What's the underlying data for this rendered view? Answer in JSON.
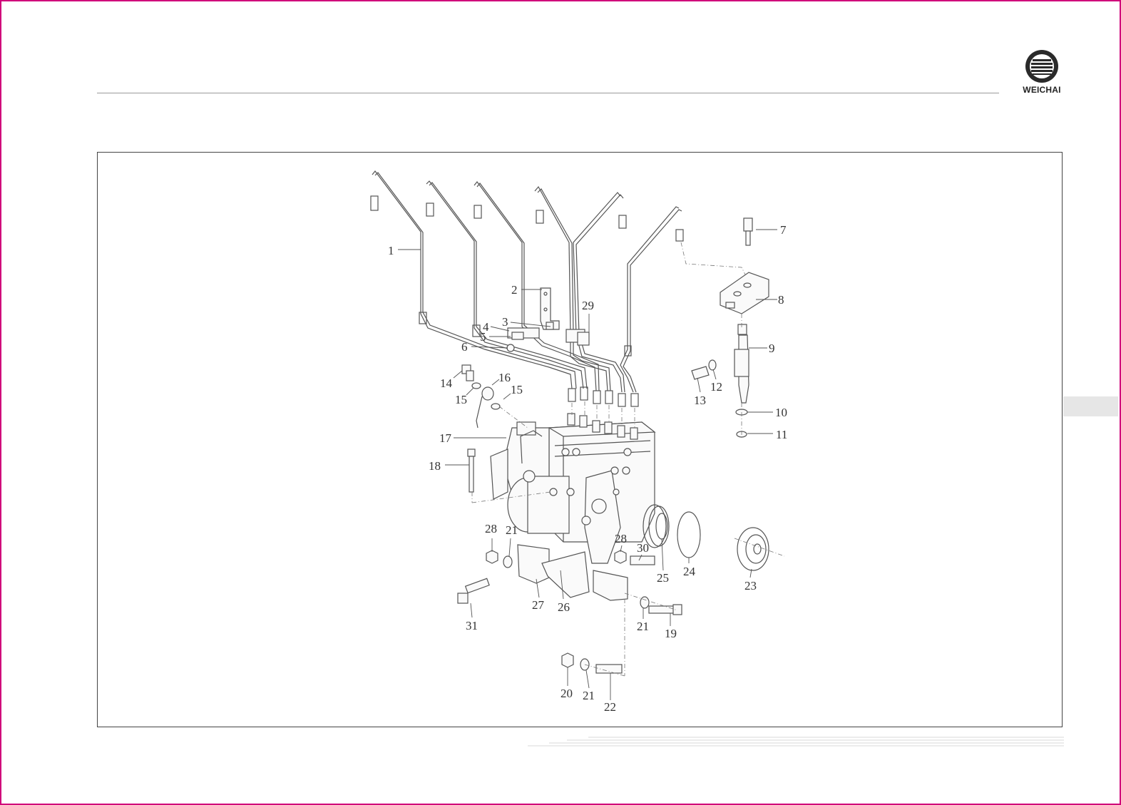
{
  "brand": {
    "name": "WEICHAI",
    "icon": "weichai-logo-icon"
  },
  "diagram": {
    "title": "",
    "labels": [
      {
        "id": "l1",
        "text": "1"
      },
      {
        "id": "l2",
        "text": "2"
      },
      {
        "id": "l3",
        "text": "3"
      },
      {
        "id": "l4",
        "text": "4"
      },
      {
        "id": "l5",
        "text": "5"
      },
      {
        "id": "l6",
        "text": "6"
      },
      {
        "id": "l7",
        "text": "7"
      },
      {
        "id": "l8",
        "text": "8"
      },
      {
        "id": "l9",
        "text": "9"
      },
      {
        "id": "l10",
        "text": "10"
      },
      {
        "id": "l11",
        "text": "11"
      },
      {
        "id": "l12",
        "text": "12"
      },
      {
        "id": "l13",
        "text": "13"
      },
      {
        "id": "l14",
        "text": "14"
      },
      {
        "id": "l15a",
        "text": "15"
      },
      {
        "id": "l15b",
        "text": "15"
      },
      {
        "id": "l16",
        "text": "16"
      },
      {
        "id": "l17",
        "text": "17"
      },
      {
        "id": "l18",
        "text": "18"
      },
      {
        "id": "l19",
        "text": "19"
      },
      {
        "id": "l20",
        "text": "20"
      },
      {
        "id": "l21a",
        "text": "21"
      },
      {
        "id": "l21b",
        "text": "21"
      },
      {
        "id": "l21c",
        "text": "21"
      },
      {
        "id": "l22",
        "text": "22"
      },
      {
        "id": "l23",
        "text": "23"
      },
      {
        "id": "l24",
        "text": "24"
      },
      {
        "id": "l25",
        "text": "25"
      },
      {
        "id": "l26",
        "text": "26"
      },
      {
        "id": "l27",
        "text": "27"
      },
      {
        "id": "l28a",
        "text": "28"
      },
      {
        "id": "l28b",
        "text": "28"
      },
      {
        "id": "l29",
        "text": "29"
      },
      {
        "id": "l30",
        "text": "30"
      },
      {
        "id": "l31",
        "text": "31"
      }
    ]
  }
}
